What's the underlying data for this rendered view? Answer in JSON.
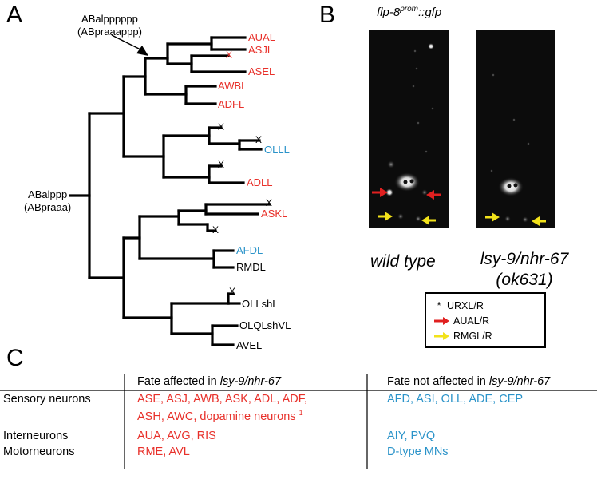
{
  "panels": {
    "a": "A",
    "b": "B",
    "c": "C"
  },
  "tree": {
    "root_label": "ABalppp",
    "root_label2": "(ABpraaa)",
    "arrow_label": "ABalpppppp",
    "arrow_label2": "(ABpraaappp)",
    "leaves": [
      {
        "name": "AUAL",
        "color": "#e8302a"
      },
      {
        "name": "ASJL",
        "color": "#e8302a"
      },
      {
        "name": "ASEL",
        "color": "#e8302a"
      },
      {
        "name": "AWBL",
        "color": "#e8302a"
      },
      {
        "name": "ADFL",
        "color": "#e8302a"
      },
      {
        "name": "OLLL",
        "color": "#2a93c9"
      },
      {
        "name": "ADLL",
        "color": "#e8302a"
      },
      {
        "name": "ASKL",
        "color": "#e8302a"
      },
      {
        "name": "AFDL",
        "color": "#2a93c9"
      },
      {
        "name": "RMDL",
        "color": "#000000"
      },
      {
        "name": "OLLshL",
        "color": "#000000"
      },
      {
        "name": "OLQLshVL",
        "color": "#000000"
      },
      {
        "name": "AVEL",
        "color": "#000000"
      }
    ],
    "death_mark": "X"
  },
  "panel_b": {
    "title_gene": "flp-8",
    "title_sup": "prom",
    "title_rest": "::gfp",
    "left_caption": "wild type",
    "right_caption1": "lsy-9/nhr-67",
    "right_caption2": "(ok631)",
    "legend": [
      {
        "symbol": "*",
        "label": "URXL/R",
        "color": "#000000"
      },
      {
        "symbol": "arrow",
        "label": "AUAL/R",
        "color": "#e02020"
      },
      {
        "symbol": "arrow",
        "label": "RMGL/R",
        "color": "#f2e21a"
      }
    ]
  },
  "table": {
    "col1_prefix": "Fate affected in ",
    "col1_gene": "lsy-9/nhr-67",
    "col2_prefix": "Fate not affected in ",
    "col2_gene": "lsy-9/nhr-67",
    "rows": [
      {
        "label": "Sensory neurons",
        "affected": "ASE, ASJ, AWB, ASK, ADL, ADF,",
        "affected2": "ASH, AWC, dopamine neurons",
        "footnote": "1",
        "not_affected": "AFD, ASI, OLL, ADE, CEP"
      },
      {
        "label": "Interneurons",
        "affected": "AUA, AVG, RIS",
        "not_affected": "AIY, PVQ"
      },
      {
        "label": "Motorneurons",
        "affected": "RME, AVL",
        "not_affected": "D-type MNs"
      }
    ]
  }
}
